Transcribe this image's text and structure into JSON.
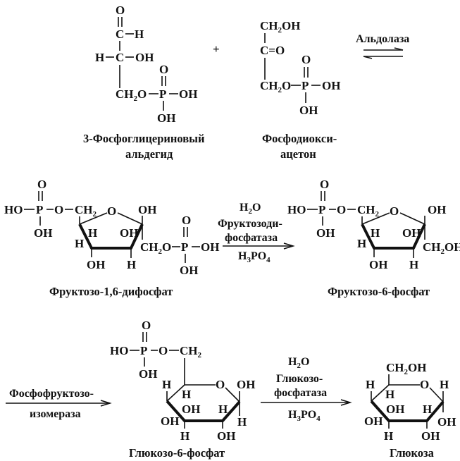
{
  "title": "Gluconeogenesis: aldolase, fructose-1,6-bisphosphatase, phosphofructoisomerase, glucose-6-phosphatase steps",
  "reactants": {
    "glyceraldehyde_phosphate": {
      "name_line1": "3-Фосфоглицериновый",
      "name_line2": "альдегид",
      "atoms": {
        "O_top": "O",
        "C1": "C",
        "H1": "H",
        "H2": "H",
        "C2": "C",
        "OH2": "OH",
        "CH2": "CH",
        "sub2": "2",
        "O": "O",
        "P": "P",
        "O_p": "O",
        "OH_r": "OH",
        "OH_b": "OH"
      }
    },
    "plus": "+",
    "dihydroxyacetone_phosphate": {
      "name_line1": "Фосфодиокси-",
      "name_line2": "ацетон",
      "atoms": {
        "CH2OH_a": "CH",
        "sub2": "2",
        "CH2OH_b": "OH",
        "CO": "C=O",
        "CH2": "CH",
        "O": "O",
        "P": "P",
        "O_p": "O",
        "OH_r": "OH",
        "OH_b": "OH"
      }
    }
  },
  "reactions": {
    "aldolase": {
      "enzyme": "Альдолаза",
      "type": "reversible"
    },
    "fructose_bisphosphatase": {
      "top": "H",
      "top_sub": "2",
      "top_o": "O",
      "enzyme_line1": "Фруктозоди-",
      "enzyme_line2": "фосфатаза",
      "bottom_h": "H",
      "bottom_sub3": "3",
      "bottom_po": "PO",
      "bottom_sub4": "4"
    },
    "isomerase": {
      "enzyme_line1": "Фосфофруктозо-",
      "enzyme_line2": "изомераза"
    },
    "glucose_phosphatase": {
      "top": "H",
      "top_sub": "2",
      "top_o": "O",
      "enzyme_line1": "Глюкозо-",
      "enzyme_line2": "фосфатаза",
      "bottom_h": "H",
      "bottom_sub3": "3",
      "bottom_po": "PO",
      "bottom_sub4": "4"
    }
  },
  "compounds": {
    "fructose_16_bisphosphate": {
      "name": "Фруктозо-1,6-дифосфат",
      "atoms": {
        "HO": "HO",
        "P": "P",
        "O": "O",
        "CH2": "CH",
        "sub2": "2",
        "ringO": "O",
        "OH": "OH",
        "H": "H",
        "CH2O": "CH",
        "O2": "O",
        "OHr": "OH"
      }
    },
    "fructose_6_phosphate": {
      "name": "Фруктозо-6-фосфат",
      "atoms": {
        "HO": "HO",
        "P": "P",
        "O": "O",
        "CH2": "CH",
        "sub2": "2",
        "ringO": "O",
        "OH": "OH",
        "H": "H",
        "CH2OH": "CH",
        "OHtail": "OH"
      }
    },
    "glucose_6_phosphate": {
      "name": "Глюкозо-6-фосфат",
      "atoms": {
        "HO": "HO",
        "P": "P",
        "O": "O",
        "CH2": "CH",
        "sub2": "2",
        "ringO": "O",
        "OH": "OH",
        "H": "H"
      }
    },
    "glucose": {
      "name": "Глюкоза",
      "atoms": {
        "CH2": "CH",
        "sub2": "2",
        "OH": "OH",
        "ringO": "O",
        "H": "H"
      }
    }
  }
}
